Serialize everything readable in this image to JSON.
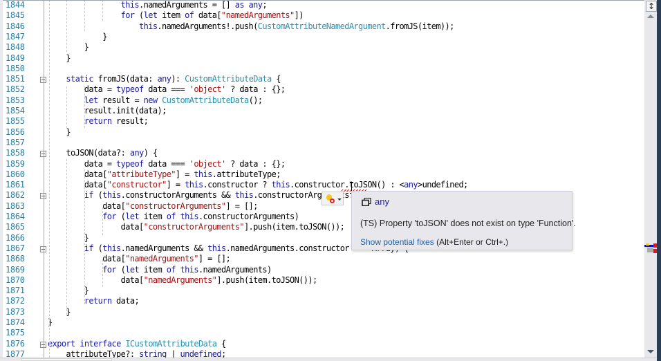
{
  "editor": {
    "lines": [
      {
        "n": "1844",
        "indent": 4,
        "tokens": [
          [
            "kw2",
            "this"
          ],
          [
            "",
            "."
          ],
          [
            "",
            "namedArguments = [] "
          ],
          [
            "kw2",
            "as"
          ],
          [
            "",
            " "
          ],
          [
            "kw2",
            "any"
          ],
          [
            "",
            ";"
          ]
        ]
      },
      {
        "n": "1845",
        "indent": 4,
        "tokens": [
          [
            "kw2",
            "for"
          ],
          [
            "",
            " ("
          ],
          [
            "kw2",
            "let"
          ],
          [
            "",
            " item "
          ],
          [
            "kw2",
            "of"
          ],
          [
            "",
            " data["
          ],
          [
            "st",
            "\"namedArguments\""
          ],
          [
            "",
            "])"
          ]
        ]
      },
      {
        "n": "1846",
        "indent": 5,
        "tokens": [
          [
            "kw2",
            "this"
          ],
          [
            "",
            ".namedArguments!.push("
          ],
          [
            "ty",
            "CustomAttributeNamedArgument"
          ],
          [
            "",
            ".fromJS(item));"
          ]
        ]
      },
      {
        "n": "1847",
        "indent": 3,
        "tokens": [
          [
            "",
            "}"
          ]
        ]
      },
      {
        "n": "1848",
        "indent": 2,
        "tokens": [
          [
            "",
            "}"
          ]
        ]
      },
      {
        "n": "1849",
        "indent": 1,
        "tokens": [
          [
            "",
            "}"
          ]
        ]
      },
      {
        "n": "1850",
        "indent": 0,
        "tokens": []
      },
      {
        "n": "1851",
        "indent": 1,
        "fold": true,
        "tokens": [
          [
            "kw2",
            "static"
          ],
          [
            "",
            " fromJS(data: "
          ],
          [
            "kw2",
            "any"
          ],
          [
            "",
            "): "
          ],
          [
            "ty",
            "CustomAttributeData"
          ],
          [
            "",
            " {"
          ]
        ]
      },
      {
        "n": "1852",
        "indent": 2,
        "tokens": [
          [
            "",
            "data = "
          ],
          [
            "kw2",
            "typeof"
          ],
          [
            "",
            " data === "
          ],
          [
            "st",
            "'object'"
          ],
          [
            "",
            " ? data : {};"
          ]
        ]
      },
      {
        "n": "1853",
        "indent": 2,
        "tokens": [
          [
            "kw2",
            "let"
          ],
          [
            "",
            " result = "
          ],
          [
            "kw2",
            "new"
          ],
          [
            "",
            " "
          ],
          [
            "ty",
            "CustomAttributeData"
          ],
          [
            "",
            "();"
          ]
        ]
      },
      {
        "n": "1854",
        "indent": 2,
        "tokens": [
          [
            "",
            "result.init(data);"
          ]
        ]
      },
      {
        "n": "1855",
        "indent": 2,
        "tokens": [
          [
            "kw2",
            "return"
          ],
          [
            "",
            " result;"
          ]
        ]
      },
      {
        "n": "1856",
        "indent": 1,
        "tokens": [
          [
            "",
            "}"
          ]
        ]
      },
      {
        "n": "1857",
        "indent": 0,
        "tokens": []
      },
      {
        "n": "1858",
        "indent": 1,
        "fold": true,
        "tokens": [
          [
            "",
            "toJSON(data?: "
          ],
          [
            "kw2",
            "any"
          ],
          [
            "",
            ") {"
          ]
        ]
      },
      {
        "n": "1859",
        "indent": 2,
        "tokens": [
          [
            "",
            "data = "
          ],
          [
            "kw2",
            "typeof"
          ],
          [
            "",
            " data === "
          ],
          [
            "st",
            "'object'"
          ],
          [
            "",
            " ? data : {};"
          ]
        ]
      },
      {
        "n": "1860",
        "indent": 2,
        "tokens": [
          [
            "",
            "data["
          ],
          [
            "st",
            "\"attributeType\""
          ],
          [
            "",
            "] = "
          ],
          [
            "kw2",
            "this"
          ],
          [
            "",
            ".attributeType;"
          ]
        ]
      },
      {
        "n": "1861",
        "indent": 2,
        "tokens": [
          [
            "",
            "data["
          ],
          [
            "st",
            "\"constructor\""
          ],
          [
            "",
            "] = "
          ],
          [
            "kw2",
            "this"
          ],
          [
            "",
            ".constructor ? "
          ],
          [
            "kw2",
            "this"
          ],
          [
            "",
            ".constructor.toJSON() : <"
          ],
          [
            "kw2",
            "any"
          ],
          [
            "",
            ">undefined;"
          ]
        ]
      },
      {
        "n": "1862",
        "indent": 2,
        "fold": true,
        "tokens": [
          [
            "kw2",
            "if"
          ],
          [
            "",
            " ("
          ],
          [
            "kw2",
            "this"
          ],
          [
            "",
            ".constructorArguments && "
          ],
          [
            "kw2",
            "this"
          ],
          [
            "",
            ".constructorArguments.constructor === Array) {"
          ]
        ]
      },
      {
        "n": "1863",
        "indent": 3,
        "tokens": [
          [
            "",
            "data["
          ],
          [
            "st",
            "\"constructorArguments\""
          ],
          [
            "",
            "] = [];"
          ]
        ]
      },
      {
        "n": "1864",
        "indent": 3,
        "tokens": [
          [
            "kw2",
            "for"
          ],
          [
            "",
            " ("
          ],
          [
            "kw2",
            "let"
          ],
          [
            "",
            " item "
          ],
          [
            "kw2",
            "of"
          ],
          [
            "",
            " "
          ],
          [
            "kw2",
            "this"
          ],
          [
            "",
            ".constructorArguments)"
          ]
        ]
      },
      {
        "n": "1865",
        "indent": 4,
        "tokens": [
          [
            "",
            "data["
          ],
          [
            "st",
            "\"constructorArguments\""
          ],
          [
            "",
            "].push(item.toJSON());"
          ]
        ]
      },
      {
        "n": "1866",
        "indent": 2,
        "tokens": [
          [
            "",
            "}"
          ]
        ]
      },
      {
        "n": "1867",
        "indent": 2,
        "fold": true,
        "tokens": [
          [
            "kw2",
            "if"
          ],
          [
            "",
            " ("
          ],
          [
            "kw2",
            "this"
          ],
          [
            "",
            ".namedArguments && "
          ],
          [
            "kw2",
            "this"
          ],
          [
            "",
            ".namedArguments.constructor === Array) {"
          ]
        ]
      },
      {
        "n": "1868",
        "indent": 3,
        "tokens": [
          [
            "",
            "data["
          ],
          [
            "st",
            "\"namedArguments\""
          ],
          [
            "",
            "] = [];"
          ]
        ]
      },
      {
        "n": "1869",
        "indent": 3,
        "tokens": [
          [
            "kw2",
            "for"
          ],
          [
            "",
            " ("
          ],
          [
            "kw2",
            "let"
          ],
          [
            "",
            " item "
          ],
          [
            "kw2",
            "of"
          ],
          [
            "",
            " "
          ],
          [
            "kw2",
            "this"
          ],
          [
            "",
            ".namedArguments)"
          ]
        ]
      },
      {
        "n": "1870",
        "indent": 4,
        "tokens": [
          [
            "",
            "data["
          ],
          [
            "st",
            "\"namedArguments\""
          ],
          [
            "",
            "].push(item.toJSON());"
          ]
        ]
      },
      {
        "n": "1871",
        "indent": 2,
        "tokens": [
          [
            "",
            "}"
          ]
        ]
      },
      {
        "n": "1872",
        "indent": 2,
        "tokens": [
          [
            "kw2",
            "return"
          ],
          [
            "",
            " data;"
          ]
        ]
      },
      {
        "n": "1873",
        "indent": 1,
        "tokens": [
          [
            "",
            "}"
          ]
        ]
      },
      {
        "n": "1874",
        "indent": 0,
        "tokens": [
          [
            "",
            "}"
          ]
        ]
      },
      {
        "n": "1875",
        "indent": 0,
        "tokens": []
      },
      {
        "n": "1876",
        "indent": 0,
        "fold": true,
        "tokens": [
          [
            "kw2",
            "export"
          ],
          [
            "",
            " "
          ],
          [
            "kw2",
            "interface"
          ],
          [
            "",
            " "
          ],
          [
            "ty",
            "ICustomAttributeData"
          ],
          [
            "",
            " {"
          ]
        ]
      },
      {
        "n": "1877",
        "indent": 1,
        "tokens": [
          [
            "",
            "attributeType?: "
          ],
          [
            "kw2",
            "string"
          ],
          [
            "",
            " | "
          ],
          [
            "kw2",
            "undefined"
          ],
          [
            "",
            ";"
          ]
        ]
      }
    ]
  },
  "quickinfo": {
    "type": "any",
    "message": "(TS) Property 'toJSON' does not exist on type 'Function'.",
    "fix_link": "Show potential fixes",
    "fix_shortcut": " (Alt+Enter or Ctrl+.)"
  },
  "scrollbar": {
    "split_glyph": "↕"
  },
  "colors": {
    "keyword": "#1a1aa6",
    "type": "#2b91af",
    "string": "#a31515",
    "line_number": "#2b7a9a",
    "error": "#e51400"
  }
}
